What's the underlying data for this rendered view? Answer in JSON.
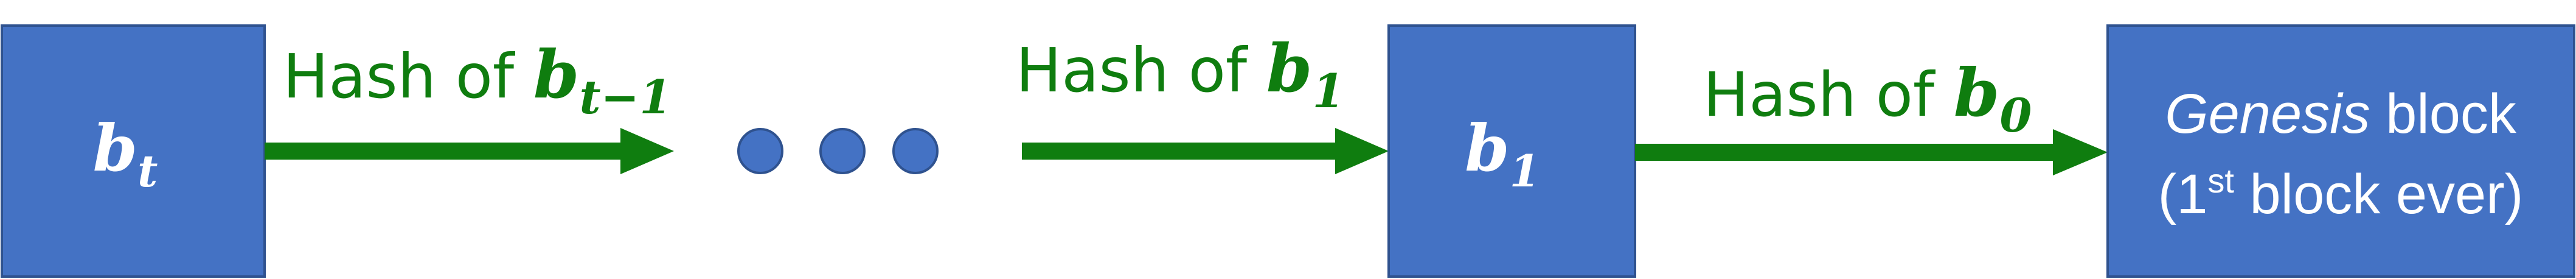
{
  "colors": {
    "block_fill": "#4472c4",
    "block_stroke": "#2f528f",
    "arrow": "#0f7d0f",
    "dot_fill": "#4472c4",
    "dot_stroke": "#2f528f",
    "block_text": "#ffffff"
  },
  "blocks": {
    "bt": {
      "base": "b",
      "sub": "t"
    },
    "b1": {
      "base": "b",
      "sub": "1"
    },
    "genesis": {
      "line1_em": "Genesis",
      "line1_rest": " block",
      "line2_open": "(1",
      "line2_sup": "st",
      "line2_rest": " block ever)"
    }
  },
  "arrows": {
    "a1": {
      "prefix": "Hash of ",
      "base": "b",
      "sub": "t−1"
    },
    "a2": {
      "prefix": "Hash of ",
      "base": "b",
      "sub": "1"
    },
    "a3": {
      "prefix": "Hash of ",
      "base": "b",
      "sub": "0"
    }
  },
  "ellipsis": {
    "icon": "ellipsis-dots",
    "count": 3
  }
}
